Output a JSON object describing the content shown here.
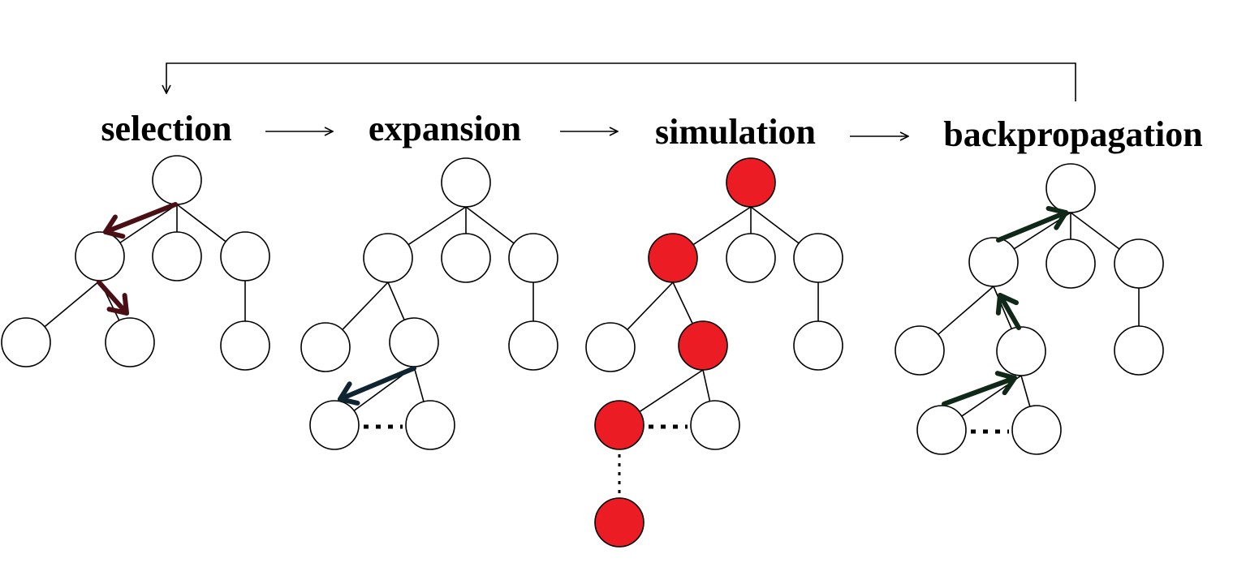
{
  "stages": [
    {
      "label": "selection"
    },
    {
      "label": "expansion"
    },
    {
      "label": "simulation"
    },
    {
      "label": "backpropagation"
    }
  ],
  "colors": {
    "node_fill": "#ffffff",
    "simulated_node_fill": "#ec1c24",
    "selection_arrow": "#4a0f14",
    "expansion_arrow": "#0e2430",
    "backprop_arrow": "#102818",
    "line": "#000000"
  },
  "icons": {
    "flow_arrow": "right-arrow-icon",
    "loop_arrow": "down-arrow-icon"
  }
}
